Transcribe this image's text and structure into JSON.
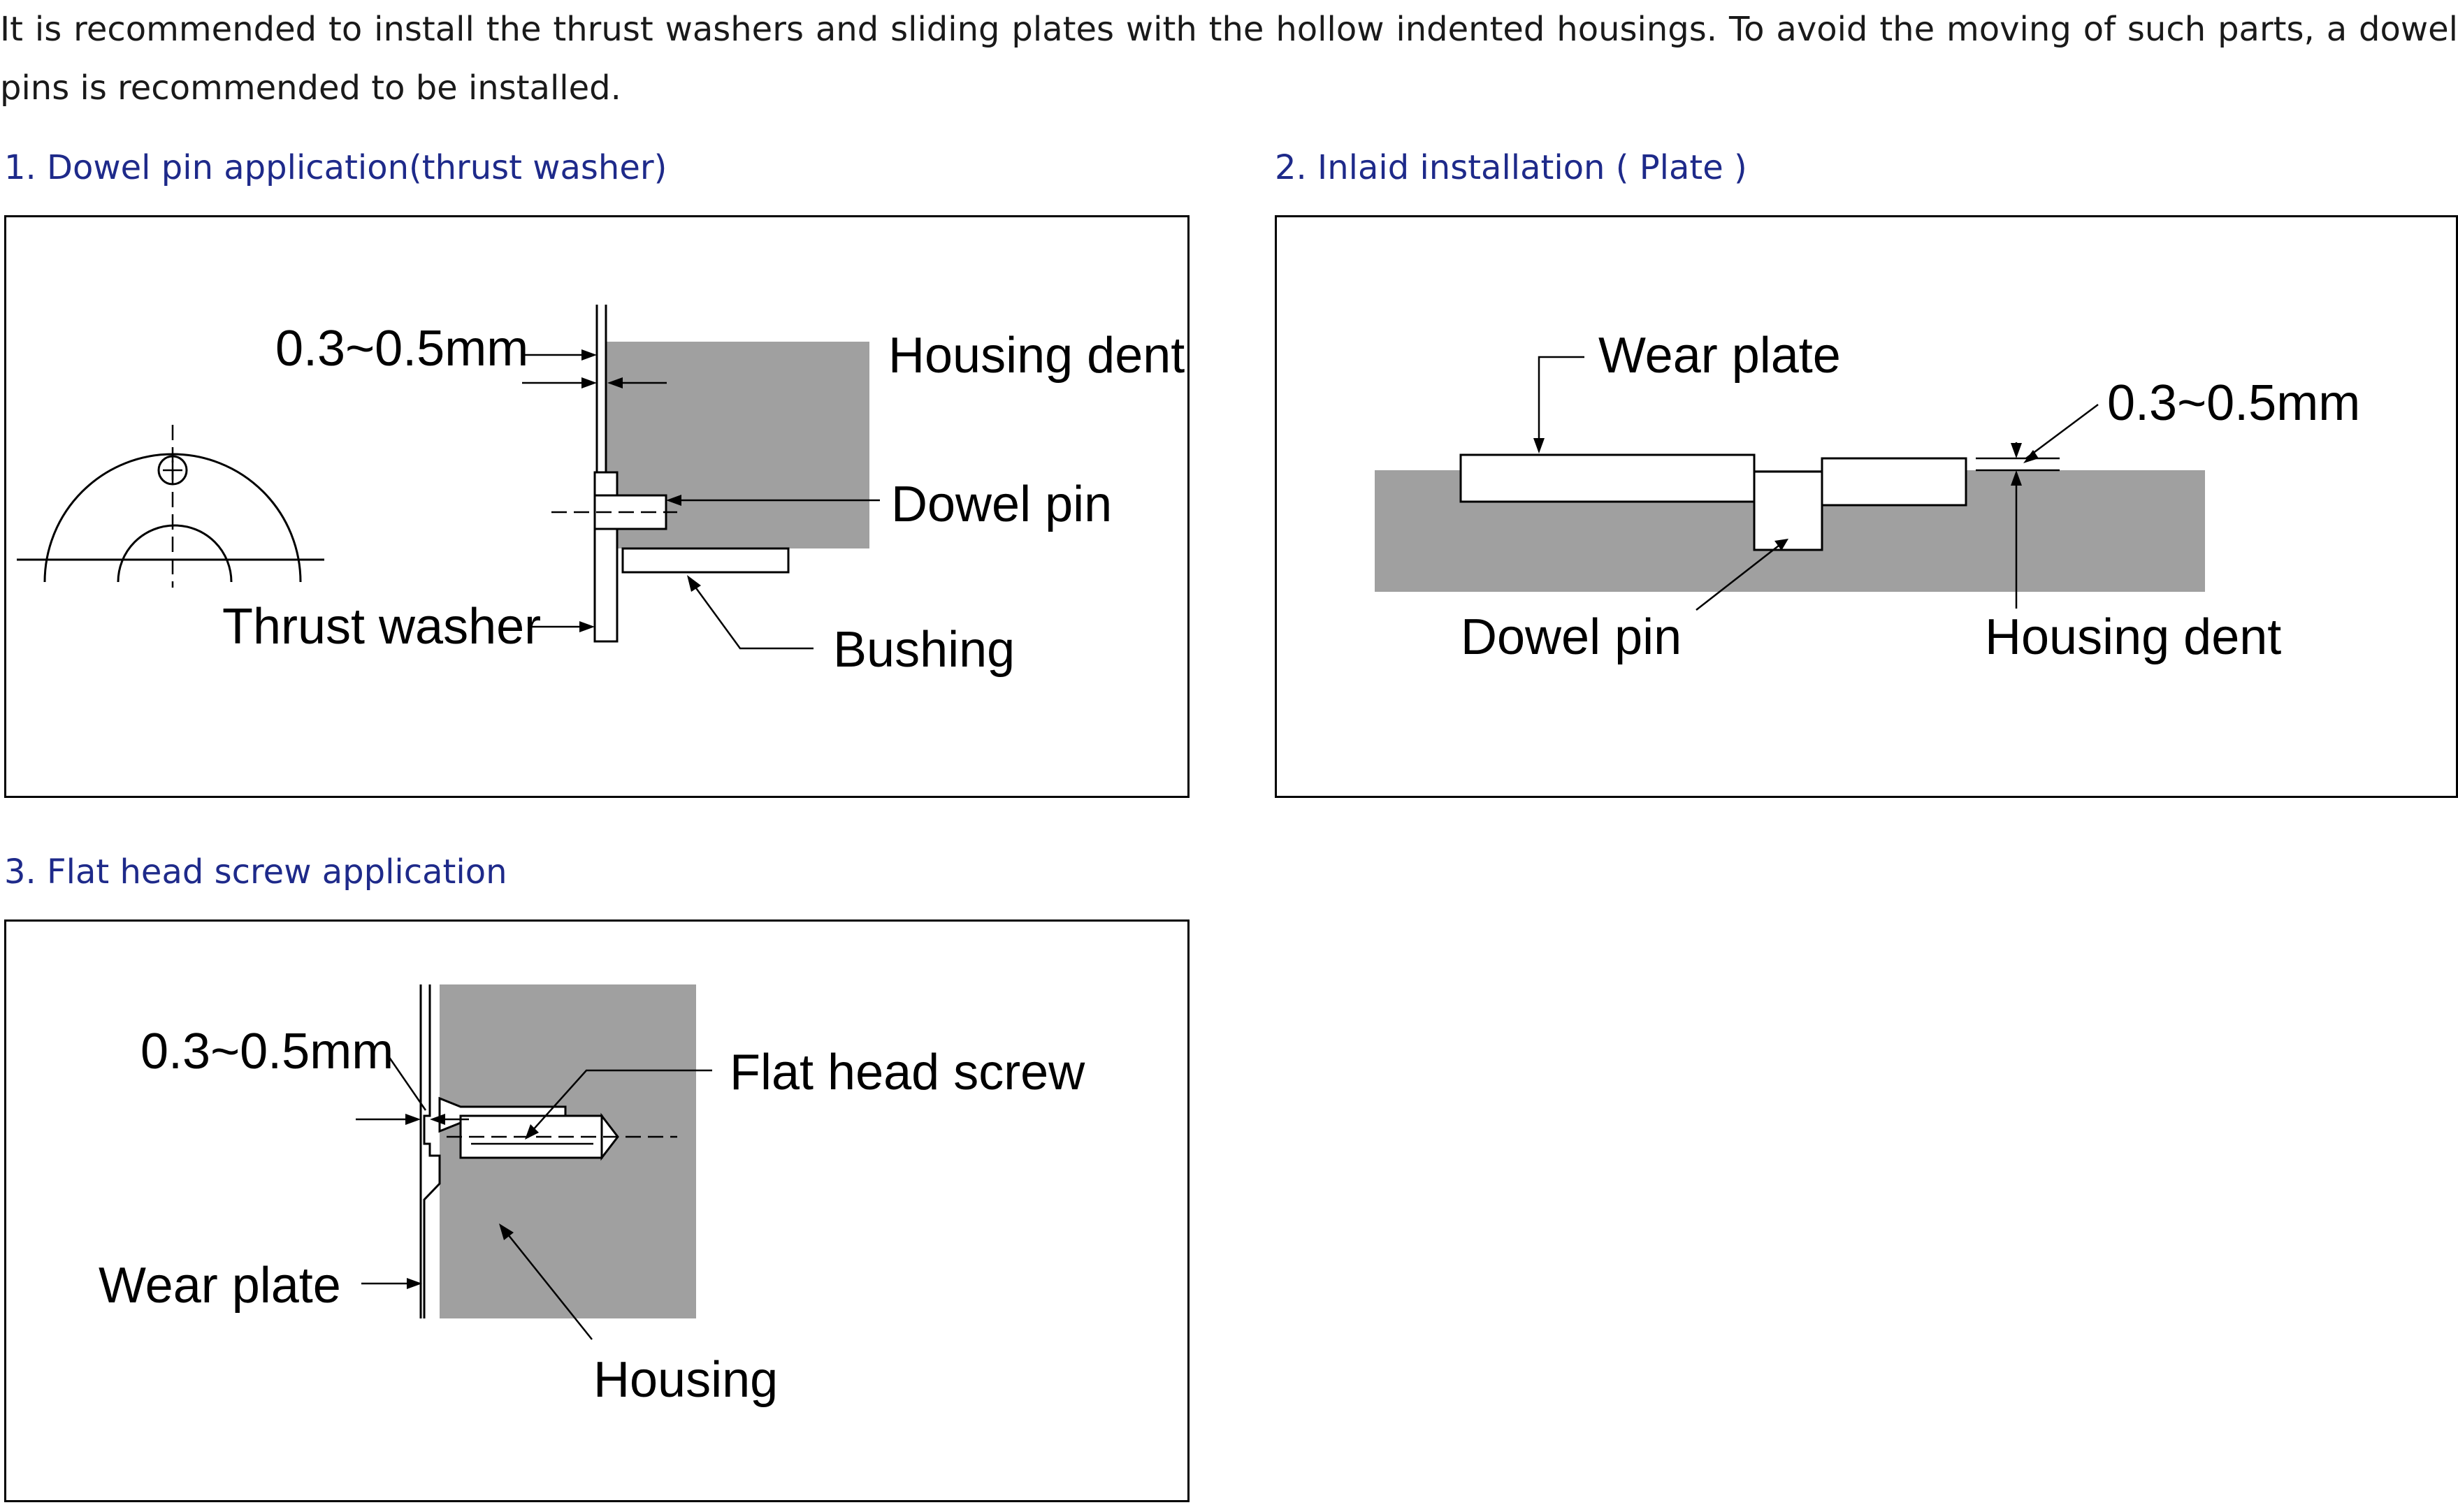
{
  "intro": "It is recommended to install the thrust washers and sliding plates with the hollow indented housings. To avoid the moving of such parts, a dowel pins is recommended to be installed.",
  "sections": [
    {
      "heading": "1. Dowel pin application(thrust washer)",
      "labels": {
        "gap": "0.3~0.5mm",
        "housing_dent": "Housing dent",
        "dowel_pin": "Dowel pin",
        "thrust_washer": "Thrust washer",
        "bushing": "Bushing"
      }
    },
    {
      "heading": "2. Inlaid installation ( Plate )",
      "labels": {
        "wear_plate": "Wear plate",
        "gap": "0.3~0.5mm",
        "dowel_pin": "Dowel pin",
        "housing_dent": "Housing dent"
      }
    },
    {
      "heading": "3. Flat head screw application",
      "labels": {
        "gap": "0.3~0.5mm",
        "flat_head_screw": "Flat head screw",
        "wear_plate": "Wear plate",
        "housing": "Housing"
      }
    }
  ],
  "colors": {
    "heading": "#1e2a8a",
    "housing_fill": "#a0a0a0"
  }
}
